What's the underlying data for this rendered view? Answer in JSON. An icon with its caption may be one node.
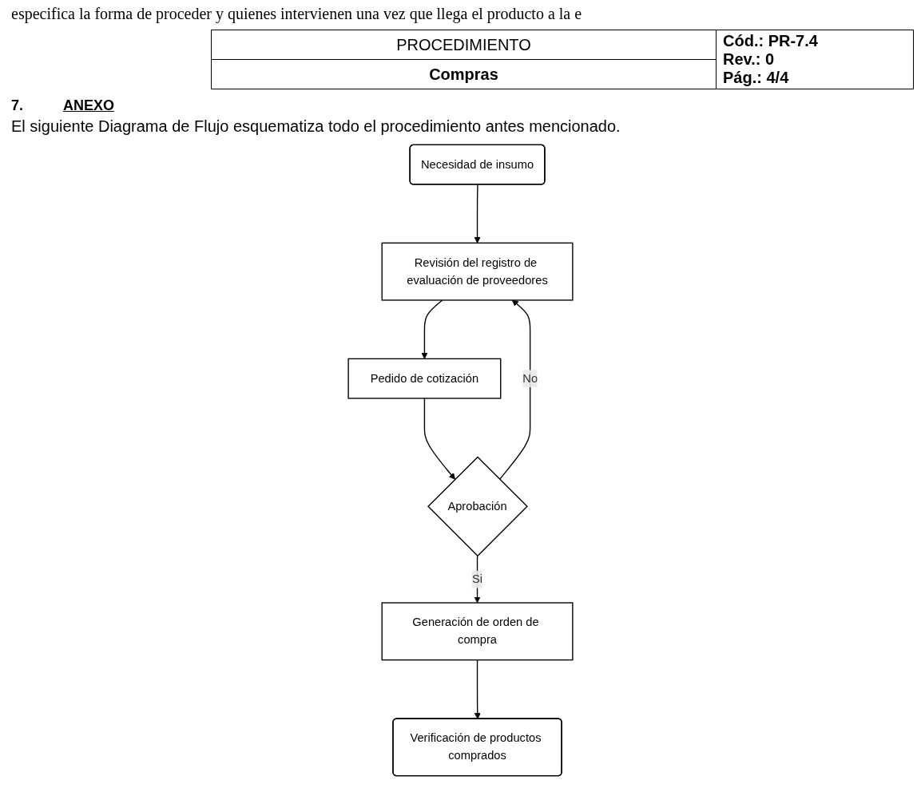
{
  "diagram": {
    "nodes": [
      {
        "text": [
          "Necesidad de insumo"
        ]
      },
      {
        "text": [
          "Revisión del registro de evaluación de proveedores"
        ]
      },
      {
        "text": [
          "Pedido de cotización"
        ]
      },
      {
        "text": [
          "Aprobación"
        ]
      },
      {
        "text": [
          "Generación de orden de compra"
        ]
      },
      {
        "text": [
          "Verificación de productos comprados"
        ]
      }
    ],
    "edges": [
      {
        "from": 0,
        "to": 1,
        "arrow": "to"
      },
      {
        "from": 1,
        "to": 2,
        "arrow": "to"
      },
      {
        "from": 2,
        "to": 3,
        "arrow": "to"
      },
      {
        "from": 3,
        "to": 1,
        "arrow": "to",
        "label": "No"
      },
      {
        "from": 3,
        "to": 4,
        "arrow": "to",
        "label": "Si"
      },
      {
        "from": 4,
        "to": 5,
        "arrow": "to"
      }
    ],
    "labels": [
      "especifica la forma de proceder y quienes intervienen una vez que llega el producto a la e",
      "PROCEDIMIENTO",
      "Cód.: PR-7.4",
      "Rev.: 0",
      "Pág.: 4/4",
      "Compras",
      "7.",
      "ANEXO",
      "El siguiente Diagrama de Flujo esquematiza todo el procedimiento antes mencionado."
    ]
  }
}
